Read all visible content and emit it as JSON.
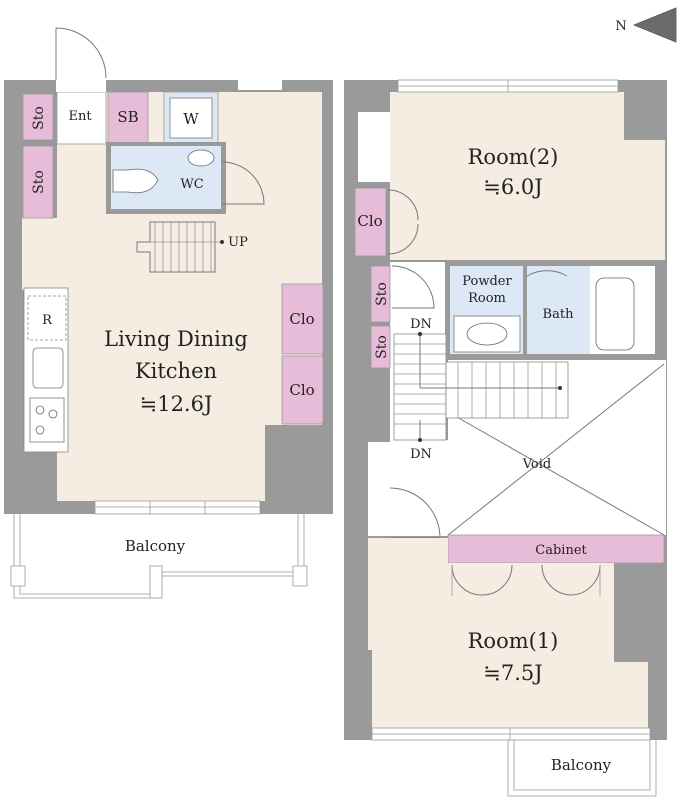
{
  "labels": {
    "sto_top": "Sto",
    "ent": "Ent",
    "sb": "SB",
    "w": "W",
    "sto_mid": "Sto",
    "wc": "WC",
    "up": "UP",
    "r": "R",
    "ldk_l1": "Living Dining",
    "ldk_l2": "Kitchen",
    "ldk_area": "≒12.6J",
    "clo_a": "Clo",
    "clo_b": "Clo",
    "balcony_left": "Balcony",
    "room2": "Room(2)",
    "room2_area": "≒6.0J",
    "clo_r2": "Clo",
    "sto_r1": "Sto",
    "sto_r2": "Sto",
    "powder_l1": "Powder",
    "powder_l2": "Room",
    "bath": "Bath",
    "dn_upper": "DN",
    "dn_lower": "DN",
    "void": "Void",
    "cabinet": "Cabinet",
    "room1": "Room(1)",
    "room1_area": "≒7.5J",
    "balcony_right": "Balcony",
    "north": "N"
  },
  "colors": {
    "wall": "#9a9a9a",
    "floor": "#f5ede1",
    "storage": "#e7bcd8",
    "wet": "#dce8f6",
    "white": "#ffffff"
  }
}
